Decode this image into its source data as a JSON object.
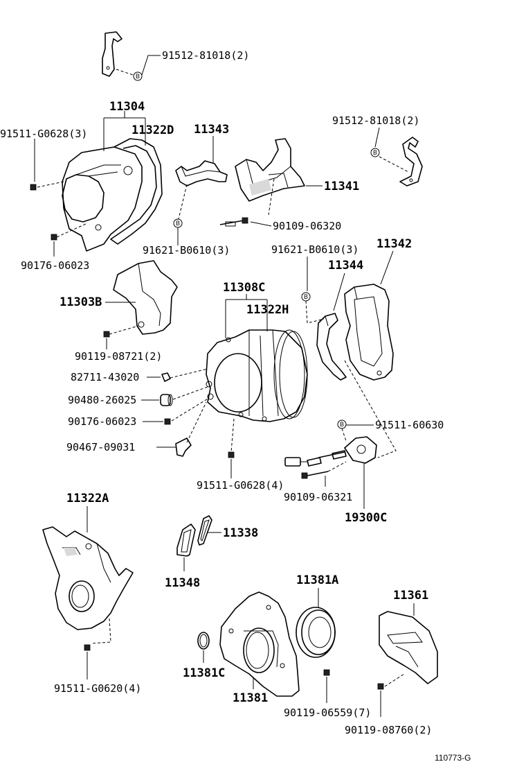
{
  "labels": {
    "p91512_top": "91512-81018(2)",
    "p11304": "11304",
    "p11322D": "11322D",
    "p11343": "11343",
    "p91512_right": "91512-81018(2)",
    "p91511_g0628_3": "91511-G0628(3)",
    "p11341": "11341",
    "p90109_06320": "90109-06320",
    "p90176_06023_top": "90176-06023",
    "p91621_left": "91621-B0610(3)",
    "p91621_right": "91621-B0610(3)",
    "p11342": "11342",
    "p11344": "11344",
    "p11303B": "11303B",
    "p11308C": "11308C",
    "p11322H": "11322H",
    "p90119_08721": "90119-08721(2)",
    "p82711": "82711-43020",
    "p90480": "90480-26025",
    "p90176_06023_mid": "90176-06023",
    "p91511_60630": "91511-60630",
    "p90467": "90467-09031",
    "p91511_g0628_4": "91511-G0628(4)",
    "p90109_06321": "90109-06321",
    "p19300C": "19300C",
    "p11322A": "11322A",
    "p11338": "11338",
    "p11348": "11348",
    "p11381A": "11381A",
    "p11361": "11361",
    "p11381C": "11381C",
    "p11381": "11381",
    "p91511_g0620": "91511-G0620(4)",
    "p90119_06559": "90119-06559(7)",
    "p90119_08760": "90119-08760(2)",
    "fig_code": "110773-G"
  },
  "callout_letter": "B"
}
